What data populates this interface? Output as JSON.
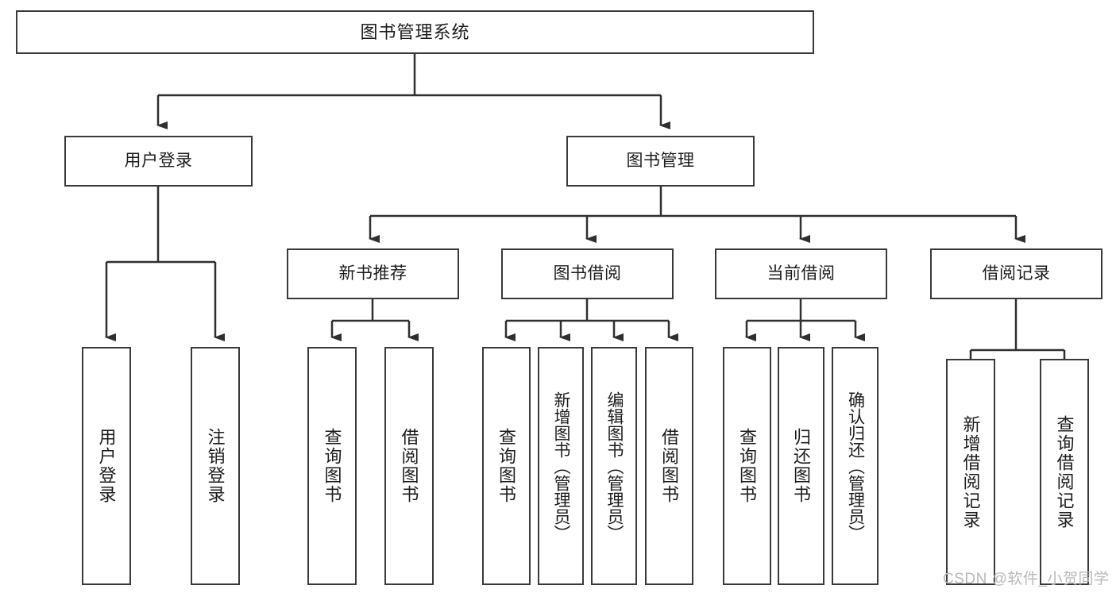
{
  "diagram": {
    "type": "tree-flowchart",
    "title": "图书管理系统",
    "orientation": "top-down",
    "colors": {
      "node_border": "#3a3a3a",
      "node_fill": "#ffffff",
      "connector": "#2f2f2f",
      "text": "#1c1c1c",
      "watermark": "#b9b9b9"
    },
    "root": {
      "label": "图书管理系统"
    },
    "level2": [
      {
        "label": "用户登录"
      },
      {
        "label": "图书管理"
      }
    ],
    "level3": [
      {
        "label": "新书推荐"
      },
      {
        "label": "图书借阅"
      },
      {
        "label": "当前借阅"
      },
      {
        "label": "借阅记录"
      }
    ],
    "leaves": {
      "user_login": [
        {
          "label": "用户登录"
        },
        {
          "label": "注销登录"
        }
      ],
      "new_book_recommend": [
        {
          "label": "查询图书"
        },
        {
          "label": "借阅图书"
        }
      ],
      "book_borrow": [
        {
          "label": "查询图书"
        },
        {
          "label": "新增图书（管理员）"
        },
        {
          "label": "编辑图书（管理员）"
        },
        {
          "label": "借阅图书"
        }
      ],
      "current_borrow": [
        {
          "label": "查询图书"
        },
        {
          "label": "归还图书"
        },
        {
          "label": "确认归还（管理员）"
        }
      ],
      "borrow_record": [
        {
          "label": "新增借阅记录"
        },
        {
          "label": "查询借阅记录"
        }
      ]
    }
  },
  "watermark": {
    "text": "CSDN @软件_小贺同学"
  }
}
